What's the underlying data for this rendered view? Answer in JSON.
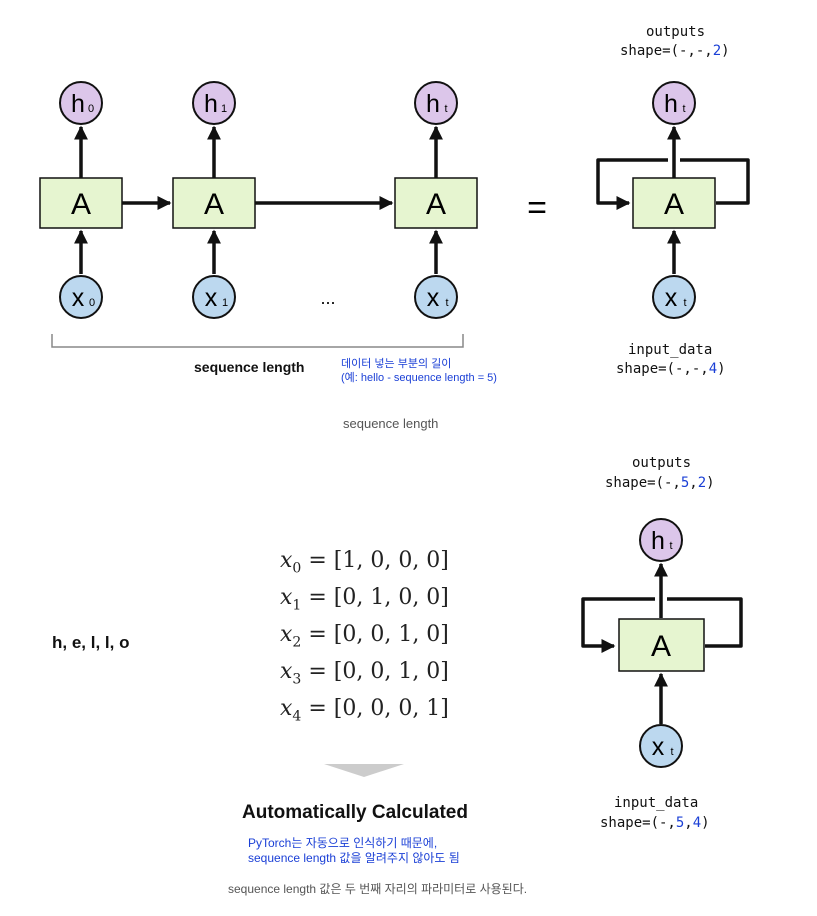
{
  "top": {
    "unrolled": {
      "cells": [
        {
          "cell": "A",
          "out_base": "h",
          "out_sub": "0",
          "in_base": "x",
          "in_sub": "0"
        },
        {
          "cell": "A",
          "out_base": "h",
          "out_sub": "1",
          "in_base": "x",
          "in_sub": "1"
        },
        {
          "cell": "A",
          "out_base": "h",
          "out_sub": "t",
          "in_base": "x",
          "in_sub": "t"
        }
      ],
      "ellipsis": "...",
      "equals": "="
    },
    "rolled": {
      "cell": "A",
      "out_base": "h",
      "out_sub": "t",
      "in_base": "x",
      "in_sub": "t"
    },
    "outputs_label": "outputs",
    "outputs_shape": {
      "prefix": "shape=(-,-,",
      "value": "2",
      "suffix": ")"
    },
    "input_label": "input_data",
    "input_shape": {
      "prefix": "shape=(-,-,",
      "value": "4",
      "suffix": ")"
    },
    "seq_label": "sequence length",
    "seq_note_1": "데이터 넣는 부분의 길이",
    "seq_note_2": "(예: hello - sequence length = 5)",
    "caption": "sequence length"
  },
  "bottom": {
    "word": "h, e, l, l, o",
    "vectors": [
      {
        "var": "x",
        "sub": "0",
        "value": "= [1, 0, 0, 0]"
      },
      {
        "var": "x",
        "sub": "1",
        "value": "= [0, 1, 0, 0]"
      },
      {
        "var": "x",
        "sub": "2",
        "value": "= [0, 0, 1, 0]"
      },
      {
        "var": "x",
        "sub": "3",
        "value": "= [0, 0, 1, 0]"
      },
      {
        "var": "x",
        "sub": "4",
        "value": "= [0, 0, 0, 1]"
      }
    ],
    "headline": "Automatically Calculated",
    "note_1": "PyTorch는 자동으로 인식하기 때문에,",
    "note_2": "sequence length 값을 알려주지 않아도 됨",
    "outputs_label": "outputs",
    "outputs_shape": {
      "prefix": "shape=(-,",
      "v1": "5",
      "mid": ",",
      "v2": "2",
      "suffix": ")"
    },
    "input_label": "input_data",
    "input_shape": {
      "prefix": "shape=(-,",
      "v1": "5",
      "mid": ",",
      "v2": "4",
      "suffix": ")"
    },
    "rolled": {
      "cell": "A",
      "out_base": "h",
      "out_sub": "t",
      "in_base": "x",
      "in_sub": "t"
    },
    "caption": "sequence length 값은 두 번째 자리의 파라미터로 사용된다."
  },
  "colors": {
    "cell_fill": "#e6f5d0",
    "output_fill": "#dcc6ea",
    "input_fill": "#bcd8ef",
    "stroke": "#111111",
    "accent_blue": "#1a3fd6"
  }
}
